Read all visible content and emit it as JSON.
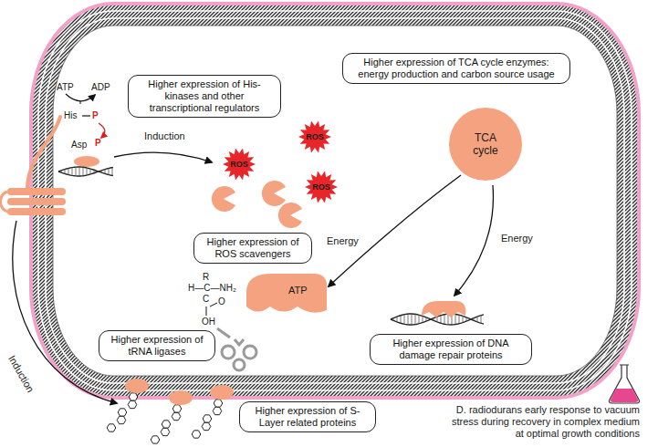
{
  "diagram": {
    "nodes": [
      {
        "text": [
          "Higher expression of TCA cycle enzymes: energy production and carbon source usage"
        ]
      },
      {
        "text": [
          "Higher expression of His-kinases and other transcriptional regulators"
        ]
      },
      {
        "text": [
          "TCA cycle"
        ]
      },
      {
        "text": [
          "Higher expression of ROS scavengers"
        ]
      },
      {
        "text": [
          "Higher expression of tRNA ligases"
        ]
      },
      {
        "text": [
          "Higher expression of DNA damage repair proteins"
        ]
      },
      {
        "text": [
          "Higher expression of S-Layer related proteins"
        ]
      }
    ],
    "labels": [
      "ATP",
      "ADP",
      "His",
      "P",
      "Asp",
      "P",
      "Induction",
      "ROS",
      "ROS",
      "ROS",
      "Energy",
      "Energy",
      "ATP",
      "R",
      "H—C—NH₂",
      "C",
      "O",
      "OH",
      "Induction",
      "D. radiodurans early response to vacuum stress during recovery in complex medium at optimal growth conditions"
    ]
  }
}
